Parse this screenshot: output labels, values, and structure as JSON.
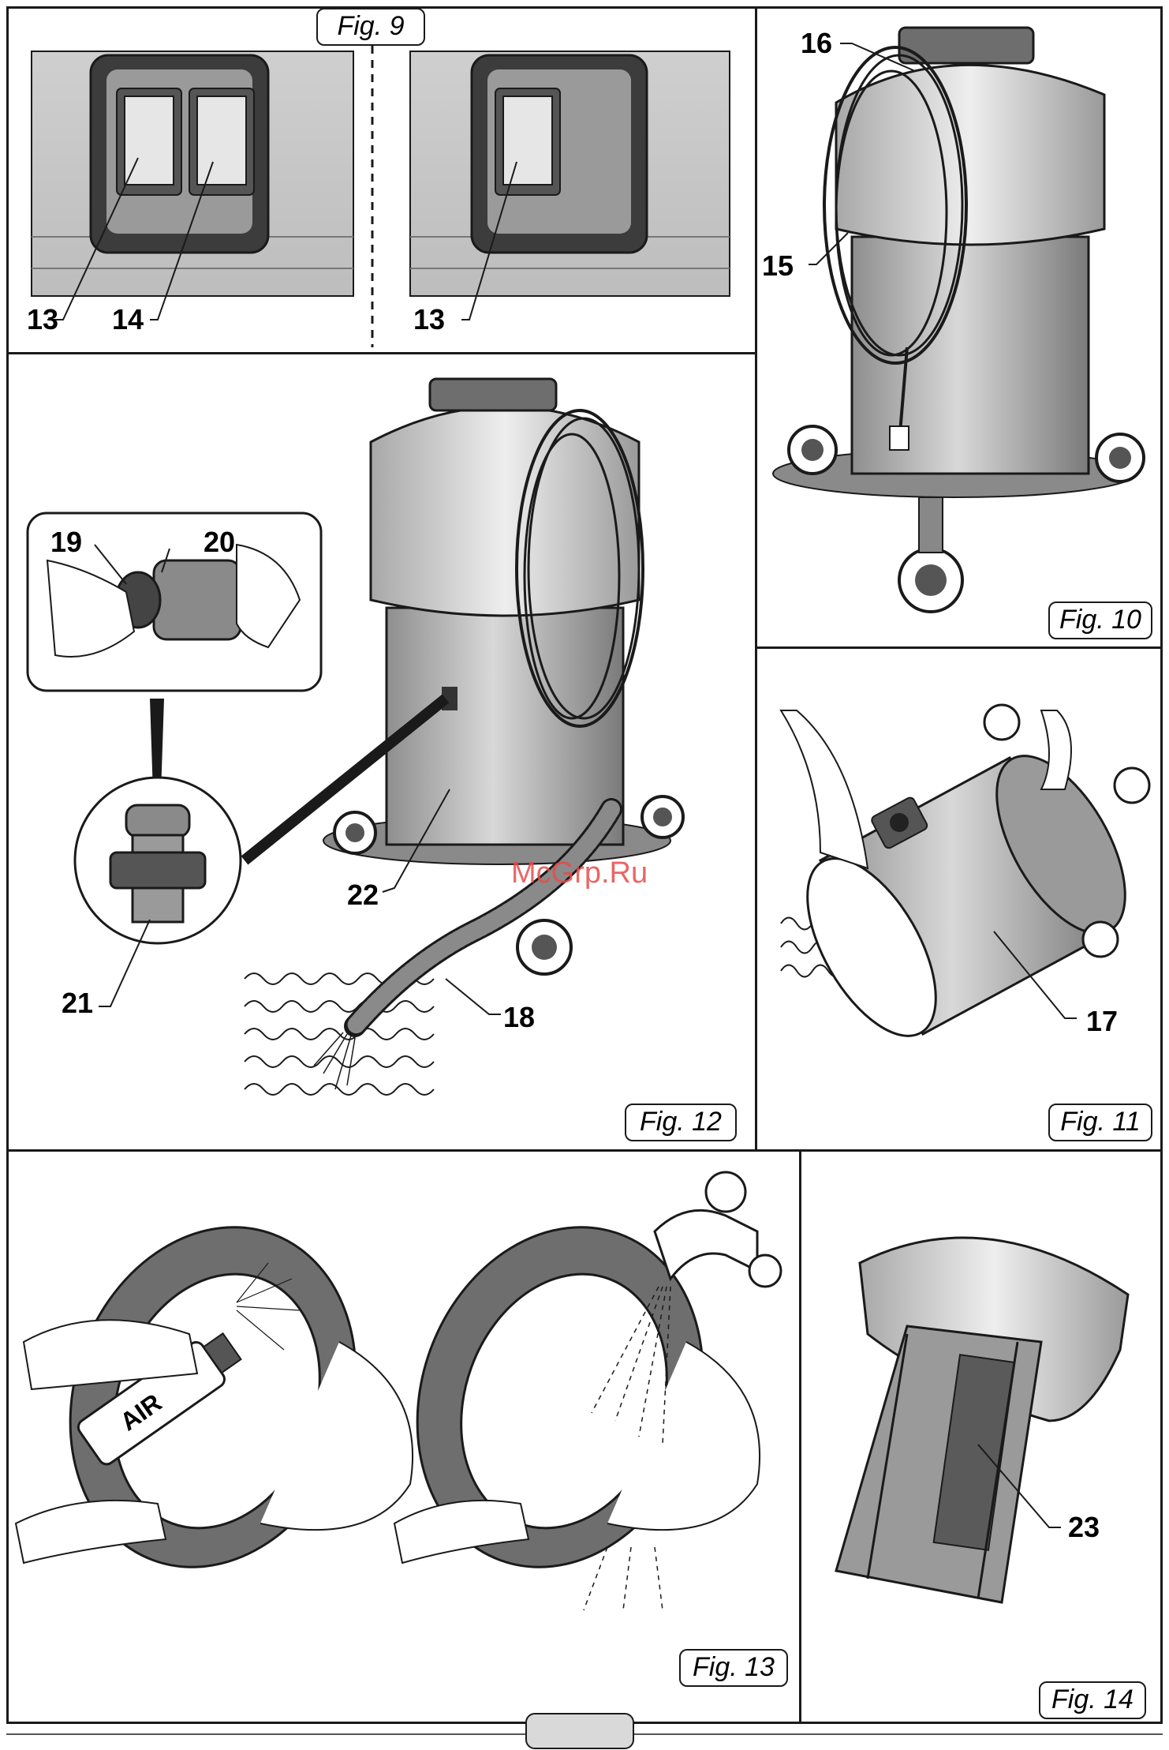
{
  "figures": {
    "fig9": "Fig. 9",
    "fig10": "Fig. 10",
    "fig11": "Fig. 11",
    "fig12": "Fig. 12",
    "fig13": "Fig. 13",
    "fig14": "Fig. 14"
  },
  "callouts": {
    "c13a": "13",
    "c14": "14",
    "c13b": "13",
    "c16": "16",
    "c15": "15",
    "c19": "19",
    "c20": "20",
    "c21": "21",
    "c22": "22",
    "c18": "18",
    "c17": "17",
    "c23": "23"
  },
  "labels": {
    "air_can": "AIR"
  },
  "watermark": "McGrp.Ru",
  "colors": {
    "line": "#1a1a1a",
    "body_grey": "#b5b5b5",
    "light_grey": "#e0e0e0",
    "dark_grey": "#6e6e6e",
    "watermark": "#e84b4b"
  }
}
